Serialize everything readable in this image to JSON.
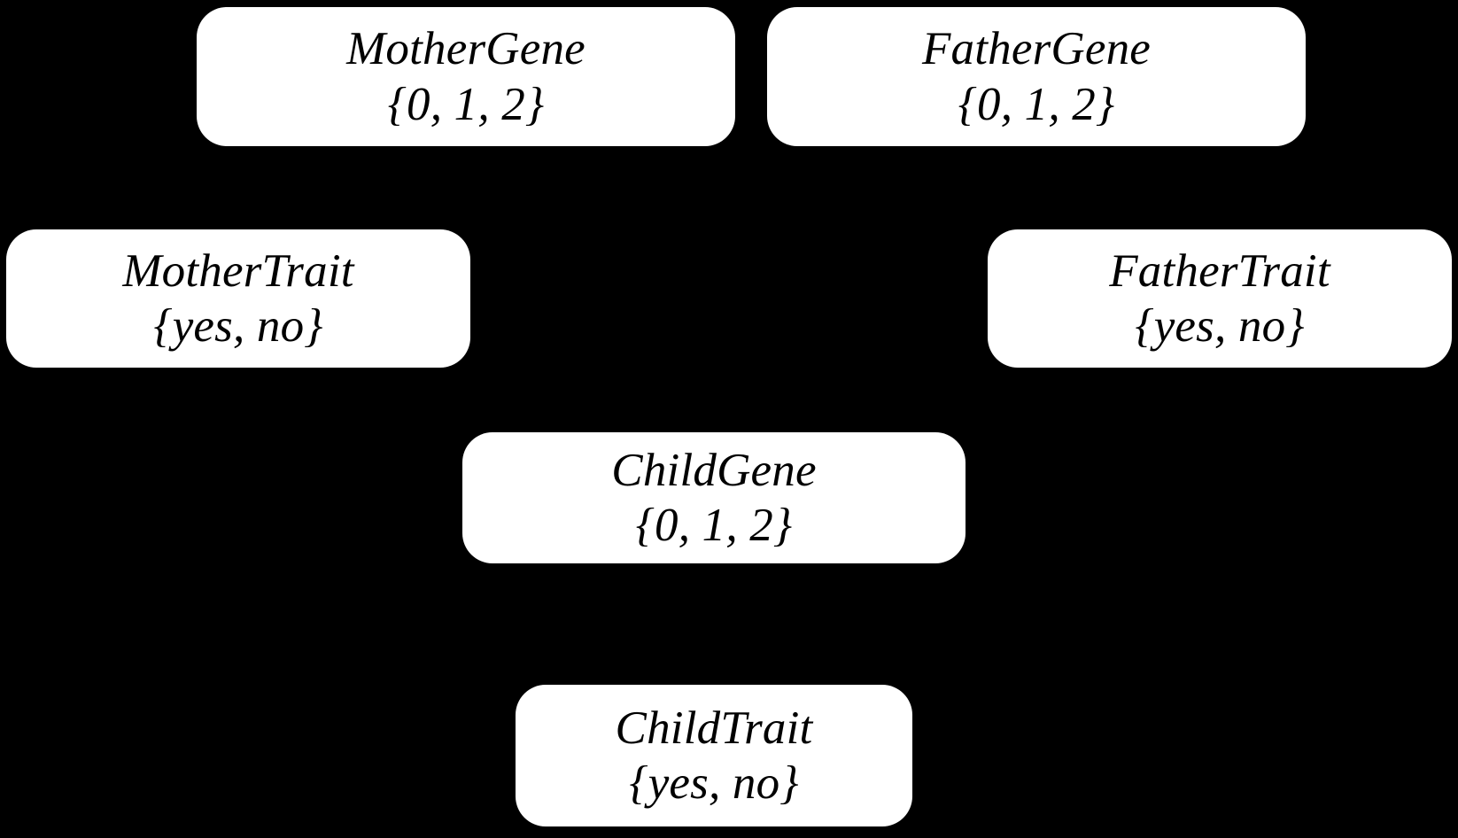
{
  "diagram": {
    "type": "bayesian-network",
    "background_color": "#000000",
    "node_color": "#ffffff",
    "text_color": "#000000",
    "nodes": [
      {
        "id": "mother-gene",
        "title": "MotherGene",
        "domain": "{0, 1, 2}"
      },
      {
        "id": "father-gene",
        "title": "FatherGene",
        "domain": "{0, 1, 2}"
      },
      {
        "id": "mother-trait",
        "title": "MotherTrait",
        "domain": "{yes, no}"
      },
      {
        "id": "father-trait",
        "title": "FatherTrait",
        "domain": "{yes, no}"
      },
      {
        "id": "child-gene",
        "title": "ChildGene",
        "domain": "{0, 1, 2}"
      },
      {
        "id": "child-trait",
        "title": "ChildTrait",
        "domain": "{yes, no}"
      }
    ]
  }
}
